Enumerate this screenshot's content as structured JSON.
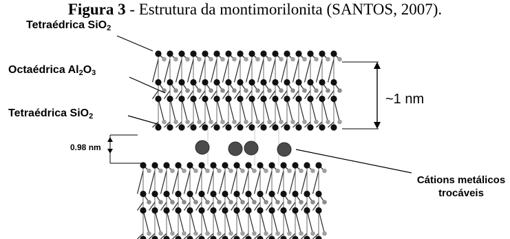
{
  "caption": {
    "label": "Figura 3",
    "text": " - Estrutura da montimorilonita (SANTOS, 2007)."
  },
  "labels": {
    "tetra_top": {
      "text": "Tetraédrica SiO",
      "sub": "2"
    },
    "octa": {
      "text": "Octaédrica Al",
      "sub1": "2",
      "mid": "O",
      "sub2": "3"
    },
    "tetra_mid": {
      "text": "Tetraédrica SiO",
      "sub": "2"
    },
    "gap": "0.98 nm",
    "thickness": "~1 nm",
    "cations_line1": "Cátions metálicos",
    "cations_line2": "trocáveis"
  }
}
